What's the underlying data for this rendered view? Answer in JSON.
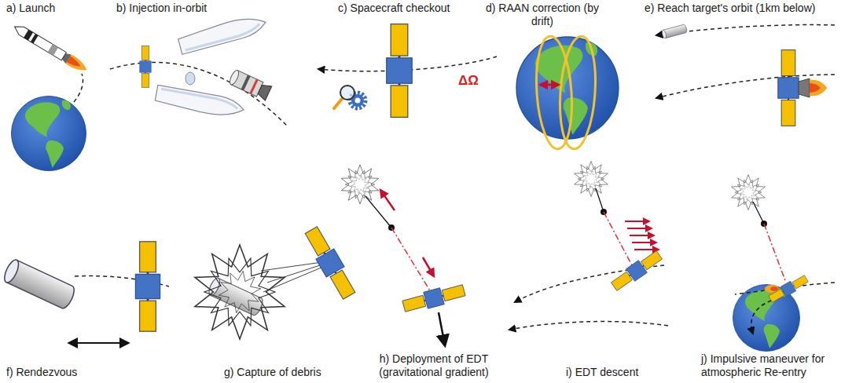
{
  "diagram": {
    "labels": [
      "a) Launch",
      "b) Injection in-orbit",
      "c) Spacecraft checkout",
      "d) RAAN correction (by drift)",
      "ΔΩ",
      "e) Reach target's orbit (1km below)",
      "f) Rendezvous",
      "g) Capture of debris",
      "h) Deployment of EDT (gravitational gradient)",
      "i) EDT descent",
      "j) Impulsive maneuver for atmospheric Re-entry"
    ]
  }
}
